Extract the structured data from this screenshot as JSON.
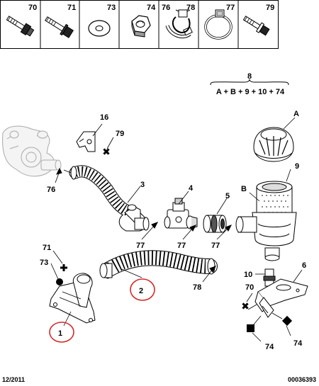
{
  "header": {
    "parts": [
      {
        "ref": "70",
        "icon": "bolt-icon"
      },
      {
        "ref": "71",
        "icon": "flange-bolt-icon"
      },
      {
        "ref": "73",
        "icon": "washer-icon"
      },
      {
        "ref": "74",
        "icon": "hex-nut-icon"
      },
      {
        "ref": "76",
        "icon": "clip-icon"
      },
      {
        "ref": "78",
        "icon": "clamp-icon"
      },
      {
        "ref": "77",
        "icon": "hose-clamp-icon"
      },
      {
        "ref": "79",
        "icon": "screw-icon"
      }
    ]
  },
  "kit": {
    "number": "8",
    "formula": "A + B + 9 + 10 + 74"
  },
  "callouts": {
    "c1": "1",
    "c2": "2",
    "c3": "3",
    "c4": "4",
    "c5": "5",
    "c6": "6",
    "c9": "9",
    "c10": "10",
    "c16": "16",
    "cA": "A",
    "cB": "B",
    "c70": "70",
    "c71": "71",
    "c73": "73",
    "c74a": "74",
    "c74b": "74",
    "c76": "76",
    "c77a": "77",
    "c77b": "77",
    "c77c": "77",
    "c78": "78",
    "c79": "79"
  },
  "highlight_color": "#d22a2a",
  "footer": {
    "date": "12/2011",
    "ref": "00036393"
  }
}
